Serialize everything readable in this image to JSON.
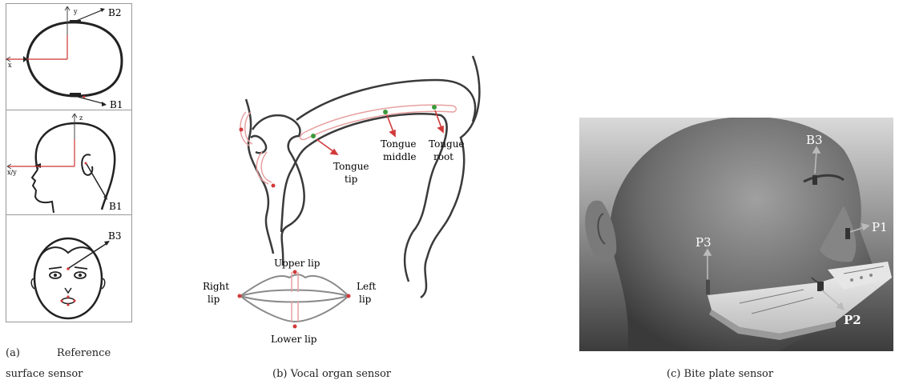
{
  "panel_a": {
    "top_labels": {
      "b2": "B2",
      "b1": "B1",
      "x": "x",
      "y": "y"
    },
    "mid_labels": {
      "b1": "B1",
      "z": "z",
      "xy": "x/y"
    },
    "bottom_labels": {
      "b3": "B3"
    },
    "caption_line1_prefix": "(a)",
    "caption_line1_word": "Reference",
    "caption_line2": "surface sensor"
  },
  "panel_b": {
    "tongue_tip": [
      "Tongue",
      "tip"
    ],
    "tongue_middle": [
      "Tongue",
      "middle"
    ],
    "tongue_root": [
      "Tongue",
      "root"
    ],
    "upper_lip": "Upper lip",
    "lower_lip": "Lower lip",
    "right_lip": [
      "Right",
      "lip"
    ],
    "left_lip": [
      "Left",
      "lip"
    ],
    "caption": "(b) Vocal organ sensor"
  },
  "panel_c": {
    "b3": "B3",
    "p1": "P1",
    "p2": "P2",
    "p3": "P3",
    "caption": "(c) Bite plate sensor"
  },
  "colors": {
    "marker_red": "#d23a3a",
    "outline_pink": "#e8a0a0",
    "sensor_green": "#3a9a3a"
  }
}
